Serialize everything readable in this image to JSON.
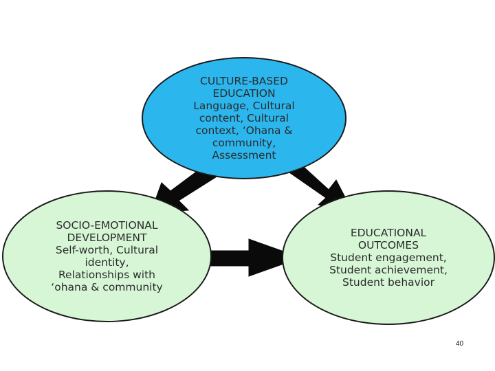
{
  "nodes": {
    "culture": {
      "title": "CULTURE-BASED\nEDUCATION",
      "body": "Language, Cultural\ncontent, Cultural\ncontext, ‘Ohana &\ncommunity,\nAssessment",
      "fill": "#2bb6ee"
    },
    "socio": {
      "title": "SOCIO-EMOTIONAL\nDEVELOPMENT",
      "body": "Self-worth, Cultural\nidentity,\nRelationships with\n‘ohana & community",
      "fill": "#d6f6d6"
    },
    "outcomes": {
      "title": "EDUCATIONAL\nOUTCOMES",
      "body": "Student engagement,\nStudent achievement,\nStudent behavior",
      "fill": "#d6f6d6"
    }
  },
  "arrows": [
    {
      "from": "culture",
      "to": "socio"
    },
    {
      "from": "culture",
      "to": "outcomes"
    },
    {
      "from": "socio",
      "to": "outcomes"
    }
  ],
  "page_number": "40"
}
